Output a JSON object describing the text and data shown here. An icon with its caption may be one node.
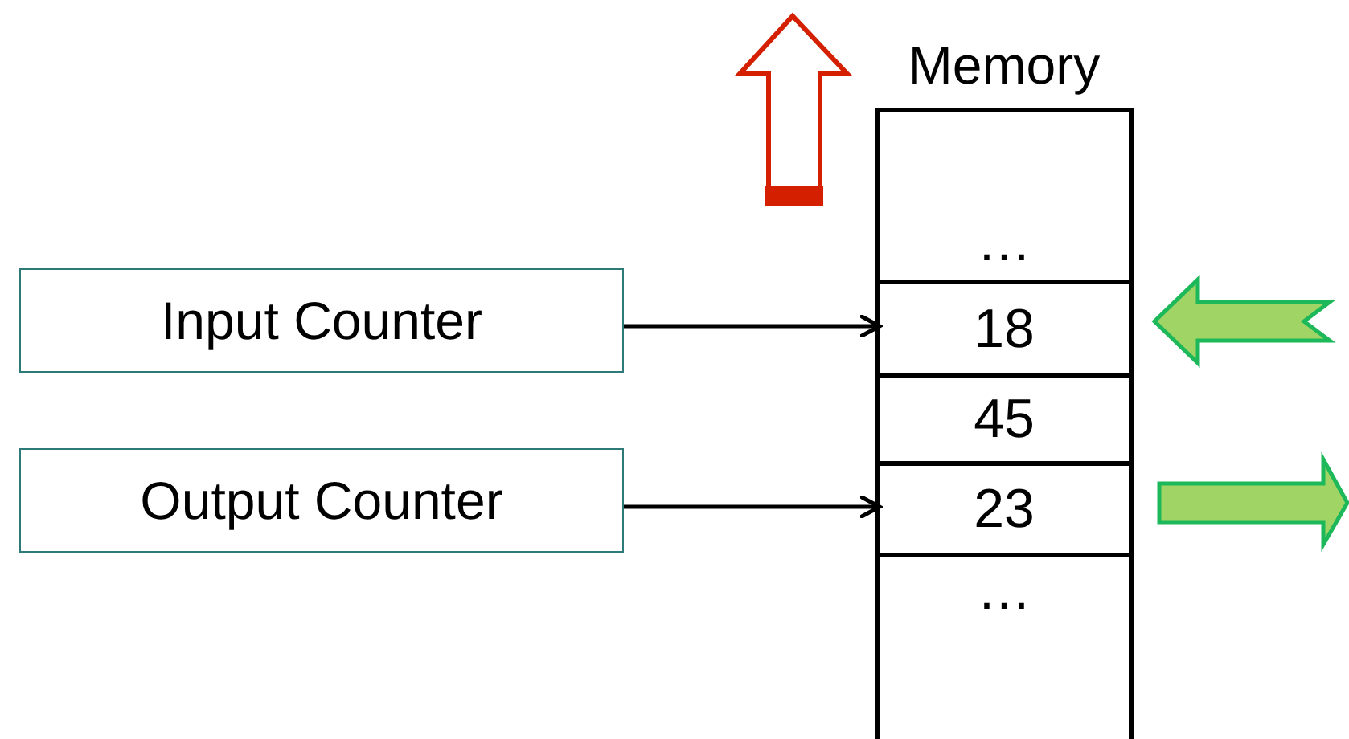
{
  "diagram": {
    "nodes": [
      {
        "text": [
          "Memory"
        ]
      },
      {
        "text": [
          "…"
        ],
        "in": 0
      },
      {
        "text": [
          "18"
        ],
        "in": 0
      },
      {
        "text": [
          "45"
        ],
        "in": 0
      },
      {
        "text": [
          "23"
        ],
        "in": 0
      },
      {
        "text": [
          "…"
        ],
        "in": 0
      },
      {
        "text": [
          "Input Counter"
        ]
      },
      {
        "text": [
          "Output Counter"
        ]
      }
    ],
    "edges": [
      {
        "from": 6,
        "to": 2,
        "arrow": "to"
      },
      {
        "from": 7,
        "to": 4,
        "arrow": "to"
      }
    ]
  }
}
